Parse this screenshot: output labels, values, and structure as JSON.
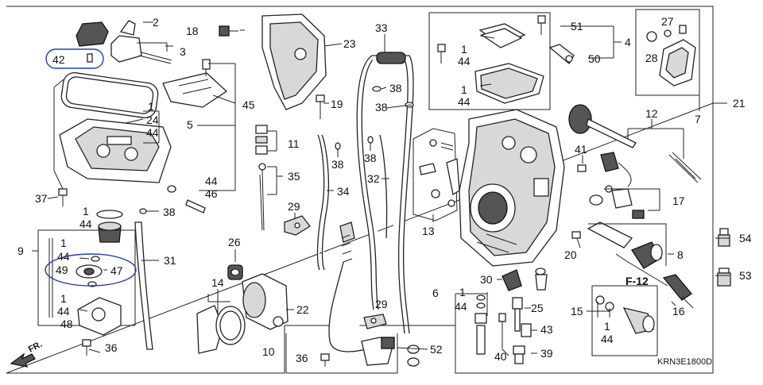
{
  "drawing_code": "KRN3E1800D",
  "front_arrow": "FR.",
  "section_ref": "F-12",
  "colors": {
    "line": "#222222",
    "highlight": "#1f3fbf",
    "background": "#ffffff"
  },
  "callouts": {
    "n1": "1",
    "n2": "2",
    "n3": "3",
    "n4": "4",
    "n5": "5",
    "n6": "6",
    "n7": "7",
    "n8": "8",
    "n9": "9",
    "n10": "10",
    "n11": "11",
    "n12": "12",
    "n13": "13",
    "n14": "14",
    "n15": "15",
    "n16": "16",
    "n17": "17",
    "n18": "18",
    "n19": "19",
    "n20": "20",
    "n21": "21",
    "n22": "22",
    "n23": "23",
    "n24": "24",
    "n25": "25",
    "n26": "26",
    "n27": "27",
    "n28": "28",
    "n29": "29",
    "n30": "30",
    "n31": "31",
    "n32": "32",
    "n33": "33",
    "n34": "34",
    "n35": "35",
    "n36": "36",
    "n37": "37",
    "n38": "38",
    "n39": "39",
    "n40": "40",
    "n41": "41",
    "n42": "42",
    "n43": "43",
    "n44": "44",
    "n45": "45",
    "n46": "46",
    "n47": "47",
    "n48": "48",
    "n49": "49",
    "n50": "50",
    "n51": "51",
    "n52": "52",
    "n53": "53",
    "n54": "54"
  }
}
